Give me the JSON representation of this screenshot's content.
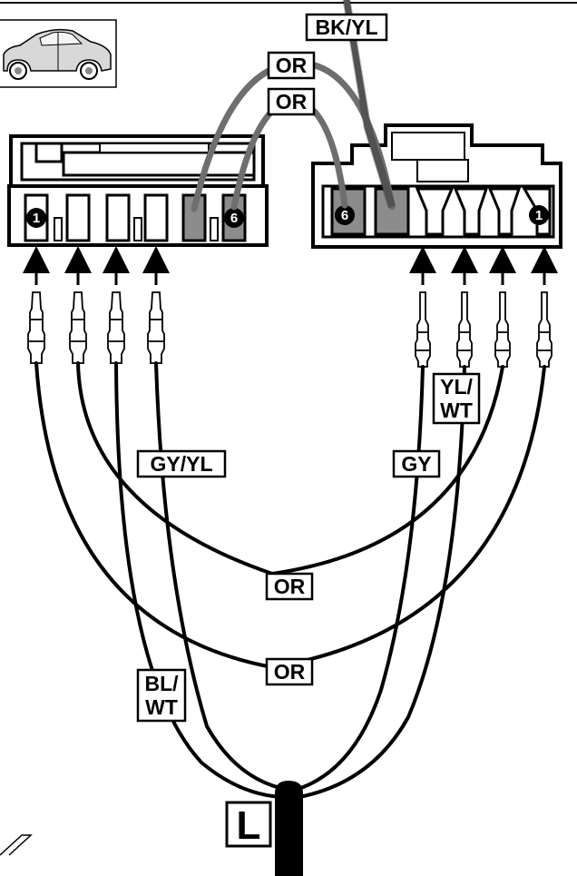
{
  "labels": {
    "wire_bk_yl": "BK/YL",
    "wire_or_upper_1": "OR",
    "wire_or_upper_2": "OR",
    "wire_gy_yl": "GY/YL",
    "wire_gy": "GY",
    "wire_yl_wt_line1": "YL/",
    "wire_yl_wt_line2": "WT",
    "wire_or_lower_1": "OR",
    "wire_or_lower_2": "OR",
    "wire_bl_wt_line1": "BL/",
    "wire_bl_wt_line2": "WT",
    "harness_label": "L"
  },
  "connectors": {
    "left": {
      "pin_first": "1",
      "pin_last": "6"
    },
    "right": {
      "pin_first": "1",
      "pin_last": "6"
    }
  },
  "colors": {
    "line": "#000000",
    "background": "#ffffff",
    "grey_wire": "#6e6e6e",
    "pin_fill": "#8c8c8c"
  },
  "icons": {
    "vehicle": "car-icon",
    "terminal": "crimp-terminal-icon",
    "insert_direction": "arrow-up-icon"
  }
}
